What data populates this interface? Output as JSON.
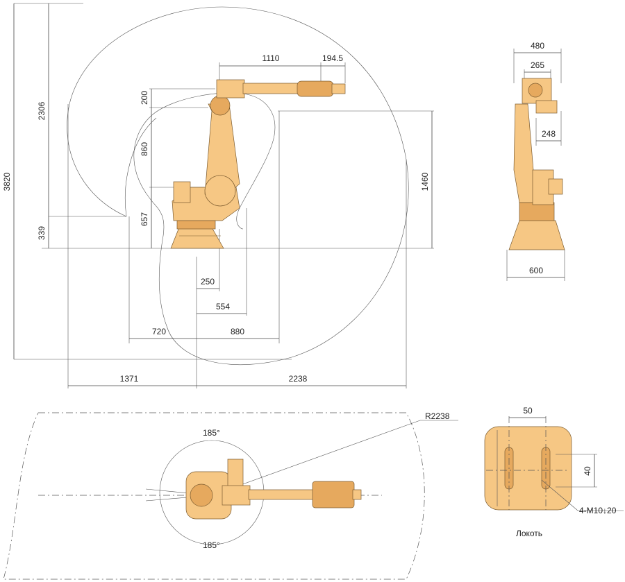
{
  "side_view": {
    "dims": {
      "reach_1110": "1110",
      "reach_194_5": "194.5",
      "height_200": "200",
      "height_860": "860",
      "height_657": "657",
      "height_2306": "2306",
      "height_339": "339",
      "height_3820": "3820",
      "height_1460": "1460",
      "offset_250": "250",
      "offset_554": "554",
      "offset_720": "720",
      "offset_880": "880",
      "reach_1371": "1371",
      "reach_2238": "2238"
    }
  },
  "front_view": {
    "dims": {
      "width_480": "480",
      "width_265": "265",
      "width_248": "248",
      "width_600": "600"
    }
  },
  "top_view": {
    "radius_label": "R2238",
    "angle_top": "185°",
    "angle_bottom": "185°"
  },
  "elbow_detail": {
    "dim_50": "50",
    "dim_40": "40",
    "thread_label": "4-M10↓20",
    "caption": "Локоть"
  },
  "colors": {
    "robot_fill": "#f6c784",
    "robot_shade": "#e6a95e",
    "line": "#444444"
  }
}
